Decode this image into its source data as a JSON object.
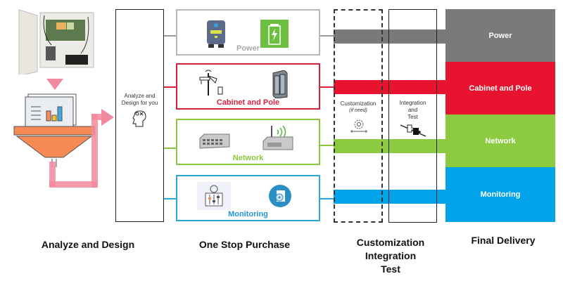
{
  "stages": {
    "analyze": "Analyze and Design",
    "purchase": "One Stop Purchase",
    "custom": [
      "Customization",
      "Integration",
      "Test"
    ],
    "delivery": "Final Delivery"
  },
  "analyze_box": {
    "line1": "Analyze and",
    "line2": "Design for you",
    "icon": "head-ideas-icon"
  },
  "categories": [
    {
      "name": "Power",
      "color": "#9b9b9b",
      "text_color": "#a9a9a9",
      "icons": [
        "power-supply-icon",
        "battery-icon"
      ]
    },
    {
      "name": "Cabinet and Pole",
      "color": "#d8203f",
      "text_color": "#d8203f",
      "icons": [
        "smart-pole-icon",
        "cabinet-icon"
      ]
    },
    {
      "name": "Network",
      "color": "#8cc63f",
      "text_color": "#8cc63f",
      "icons": [
        "switch-icon",
        "wireless-router-icon"
      ]
    },
    {
      "name": "Monitoring",
      "color": "#29a8e0",
      "text_color": "#2196d6",
      "icons": [
        "control-panel-icon",
        "software-disc-icon"
      ]
    }
  ],
  "customization_box": {
    "line1": "Customization",
    "line2": "(if need)",
    "icon": "gear-wrench-icon"
  },
  "integration_box": {
    "line1": "Integration",
    "line2": "and",
    "line3": "Test",
    "icon": "puzzle-icon"
  },
  "delivery": [
    {
      "name": "Power",
      "color": "#7a7a7a"
    },
    {
      "name": "Cabinet and Pole",
      "color": "#e8132e"
    },
    {
      "name": "Network",
      "color": "#8ccb41"
    },
    {
      "name": "Monitoring",
      "color": "#03a3ea"
    }
  ],
  "accent": {
    "pink": "#f28a9e",
    "funnel": "#f58a55"
  }
}
